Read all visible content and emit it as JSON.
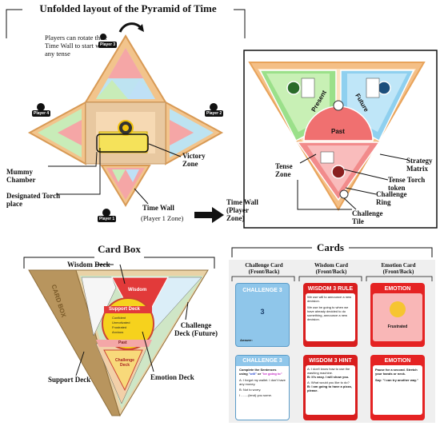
{
  "top": {
    "title": "Unfolded layout of the Pyramid of Time",
    "rotate_note": "Players can rotate their Time Wall to start with any tense",
    "players": [
      "Player 1",
      "Player 2",
      "Player 3",
      "Player 4"
    ],
    "labels": {
      "mummy_chamber": "Mummy Chamber",
      "designated_torch": "Designated Torch place",
      "victory_zone": "Victory Zone",
      "time_wall_p1": "Time Wall",
      "player1_zone": "(Player 1  Zone)"
    }
  },
  "zoom": {
    "time_wall_label": "Time Wall (Player Zone)",
    "tense_zone": "Tense Zone",
    "strategy_matrix": "Strategy Matrix",
    "tense_torch": "Tense Torch token",
    "challenge_ring": "Challenge Ring",
    "challenge_tile": "Challenge Tile",
    "segments": {
      "present": "Present",
      "future": "Future",
      "past": "Past"
    }
  },
  "cardbox": {
    "title": "Card Box",
    "wisdom_deck": "Wisdom Deck",
    "support_deck": "Support Deck",
    "emotion_deck": "Emotion Deck",
    "challenge_deck_future": "Challenge Deck (Future)",
    "box_label": "CARD BOX",
    "inner": {
      "wisdom": "Wisdom",
      "support": "Support Deck",
      "challenge": "Challenge Deck",
      "past": "Past",
      "emotion_list": [
        "Confident",
        "Unmotivated",
        "Frustrated",
        "Anxious"
      ]
    }
  },
  "cards": {
    "title": "Cards",
    "columns": [
      "Challenge Card (Front/Back)",
      "Wisdom Card (Front/Back)",
      "Emotion Card (Front/Back)"
    ],
    "challenge_front": {
      "title": "CHALLENGE 3",
      "number": "3",
      "answer": "Answer:"
    },
    "challenge_back": {
      "title": "CHALLENGE 3",
      "instruction_a": "Complete the Sentences using ",
      "will": "\"will\"",
      "or": " or ",
      "going": "\"be going to\"",
      "line1": "A: I forgot my wallet. I don't have any money.",
      "line2": "B: Not to worry.",
      "line3": "I ........(lend) you some."
    },
    "wisdom_front": {
      "title": "WISDOM 3 RULE",
      "p1": "We use will to announce a new decision.",
      "p2": "We use be going to when we have already decided to do something, announce a new decision."
    },
    "wisdom_back": {
      "title": "WISDOM 3 HINT",
      "l1": "A: I don't know how to use the washing machine.",
      "l2": "B: It's easy. I will show you.",
      "l3": "A: What would you like to do?",
      "l4": "B: I am going to have a pizza, please."
    },
    "emotion_front": {
      "title": "EMOTION",
      "caption": "Frustrated"
    },
    "emotion_back": {
      "title": "EMOTION",
      "l1": "Pause for a second. Stretch your hands or neck.",
      "l2": "Say: \"I can try another way.\""
    }
  }
}
